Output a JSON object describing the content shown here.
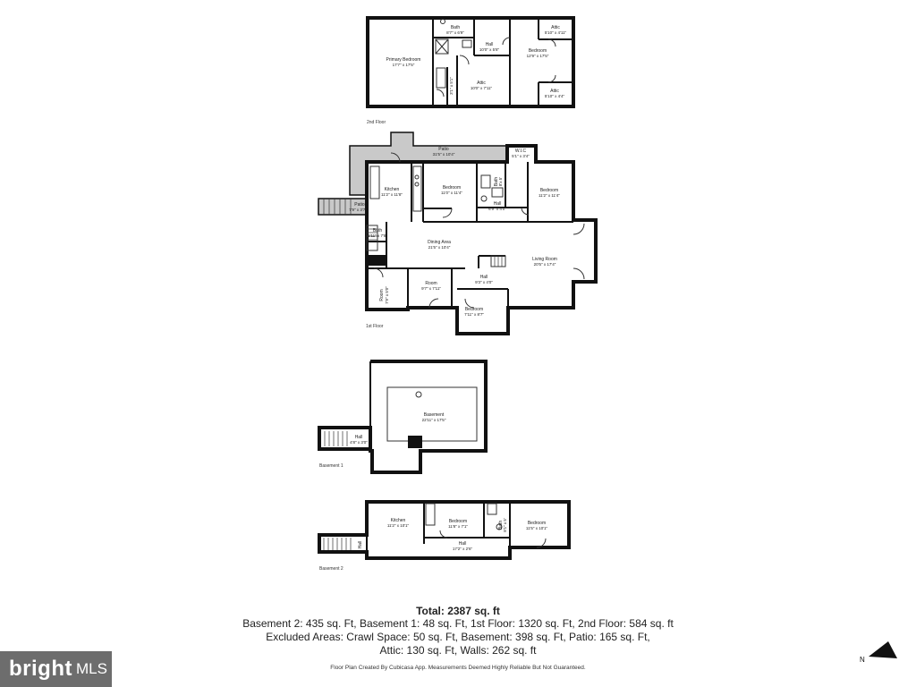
{
  "floors": {
    "second": {
      "label": "2nd Floor",
      "rooms": {
        "bath": {
          "name": "Bath",
          "dim": "8'7\" x 6'9\""
        },
        "hall": {
          "name": "Hall",
          "dim": "10'0\" x 5'8\""
        },
        "attic_top": {
          "name": "Attic",
          "dim": "5'10\" x 4'11\""
        },
        "primary_bedroom": {
          "name": "Primary Bedroom",
          "dim": "17'7\" x 17'5\""
        },
        "bedroom": {
          "name": "Bedroom",
          "dim": "12'9\" x 17'5\""
        },
        "attic_mid": {
          "name": "Attic",
          "dim": "10'0\" x 7'11\""
        },
        "closet": {
          "name": "3'1\" x 5'1\""
        },
        "attic_small": {
          "name": "Attic",
          "dim": "5'10\" x 4'4\""
        }
      }
    },
    "first": {
      "label": "1st Floor",
      "rooms": {
        "patio": {
          "name": "Patio",
          "dim": "31'5\" x 10'4\""
        },
        "wic": {
          "name": "W.I.C",
          "dim": "5'1\" x 3'4\""
        },
        "kitchen": {
          "name": "Kitchen",
          "dim": "11'2\" x 11'8\""
        },
        "bedroom_a": {
          "name": "Bedroom",
          "dim": "11'0\" x 11'4\""
        },
        "bath": {
          "name": "Bath",
          "dim": "8'x 5'"
        },
        "bedroom_b": {
          "name": "Bedroom",
          "dim": "11'2\" x 11'4\""
        },
        "hall_a": {
          "name": "Hall",
          "dim": "6'9\" x 4'0\""
        },
        "patio_small": {
          "name": "Patio",
          "dim": "7'9\" x 3'7\""
        },
        "bath_small": {
          "name": "Bath",
          "dim": "5'11\" x 7'8\""
        },
        "dining": {
          "name": "Dining Area",
          "dim": "21'5\" x 10'4\""
        },
        "living": {
          "name": "Living Room",
          "dim": "20'5\" x 17'4\""
        },
        "room": {
          "name": "Room",
          "dim": "9'7\" x 7'11\""
        },
        "hall_b": {
          "name": "Hall",
          "dim": "9'3\" x 4'0\""
        },
        "room_side": {
          "name": "Room",
          "dim": "7'9\" x 5'0\""
        },
        "bedroom_c": {
          "name": "Bedroom",
          "dim": "7'11\" x 8'7\""
        }
      }
    },
    "basement1": {
      "label": "Basement 1",
      "rooms": {
        "basement": {
          "name": "Basement",
          "dim": "22'11\" x 17'5\""
        },
        "hall": {
          "name": "Hall",
          "dim": "4'8\" x 3'0\""
        }
      }
    },
    "basement2": {
      "label": "Basement 2",
      "rooms": {
        "kitchen": {
          "name": "Kitchen",
          "dim": "11'2\" x 10'1\""
        },
        "bedroom_a": {
          "name": "Bedroom",
          "dim": "11'8\" x 7'1\""
        },
        "bath": {
          "name": "Bath",
          "dim": "8'1\" x 5'"
        },
        "bedroom_b": {
          "name": "Bedroom",
          "dim": "11'5\" x 10'1\""
        },
        "hall": {
          "name": "Hall",
          "dim": "17'2\" x 2'6\""
        },
        "hall_small": {
          "name": "Hall"
        }
      }
    }
  },
  "summary": {
    "total": "Total: 2387 sq. ft",
    "areas": "Basement 2: 435 sq. Ft, Basement 1: 48 sq. Ft, 1st Floor: 1320 sq. Ft, 2nd Floor: 584 sq. ft",
    "excluded": "Excluded Areas: Crawl Space: 50 sq. Ft, Basement: 398 sq. Ft, Patio: 165 sq. Ft,",
    "excluded2": "Attic: 130 sq. Ft, Walls: 262 sq. ft"
  },
  "footer": "Floor Plan Created By Cubicasa App. Measurements Deemed Highly Reliable But Not Guaranteed.",
  "logo": {
    "brand": "bright",
    "mls": "MLS"
  },
  "compass": {
    "letter": "N"
  }
}
